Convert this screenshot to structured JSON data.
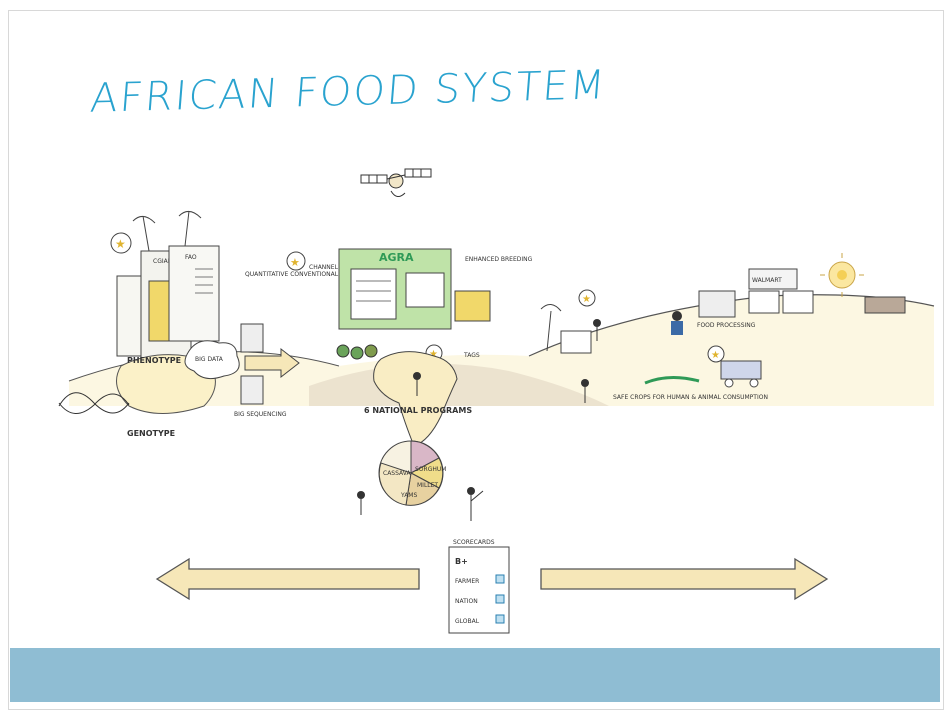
{
  "slide": {
    "title": "AFRICAN FOOD SYSTEM"
  },
  "labels": {
    "agra": "AGRA",
    "phenotype": "PHENOTYPE",
    "genotype": "GENOTYPE",
    "big_data": "BIG DATA",
    "big_sequencing": "BIG SEQUENCING",
    "quantitative_conventional_breeding": "QUANTITATIVE CONVENTIONAL BREEDING",
    "channel": "CHANNEL",
    "enhanced_breeding": "ENHANCED BREEDING",
    "tags": "TAGS",
    "national_programs": "6 NATIONAL PROGRAMS",
    "safe_crops": "SAFE CROPS FOR HUMAN & ANIMAL CONSUMPTION",
    "scorecards": "SCORECARDS",
    "grade": "B+",
    "scorecard_rows": [
      "FARMER",
      "NATION",
      "GLOBAL"
    ],
    "food_processing": "FOOD PROCESSING",
    "walmart": "WALMART",
    "cgiar": "CGIAR",
    "fao": "FAO",
    "pie_segments": [
      "CASSAVA",
      "SORGHUM",
      "MILLET",
      "YAMS"
    ]
  },
  "icons": {
    "satellite": "satellite-icon",
    "sun": "sun-icon",
    "star": "star-badge-icon",
    "arrow_left": "arrow-left-icon",
    "arrow_right": "arrow-right-icon",
    "checkbox": "checkbox-icon"
  },
  "colors": {
    "title": "#2aa3cf",
    "footer": "#8fbdd3",
    "agra_green": "#2f9a57",
    "arrow_fill": "#f6e7b8"
  }
}
